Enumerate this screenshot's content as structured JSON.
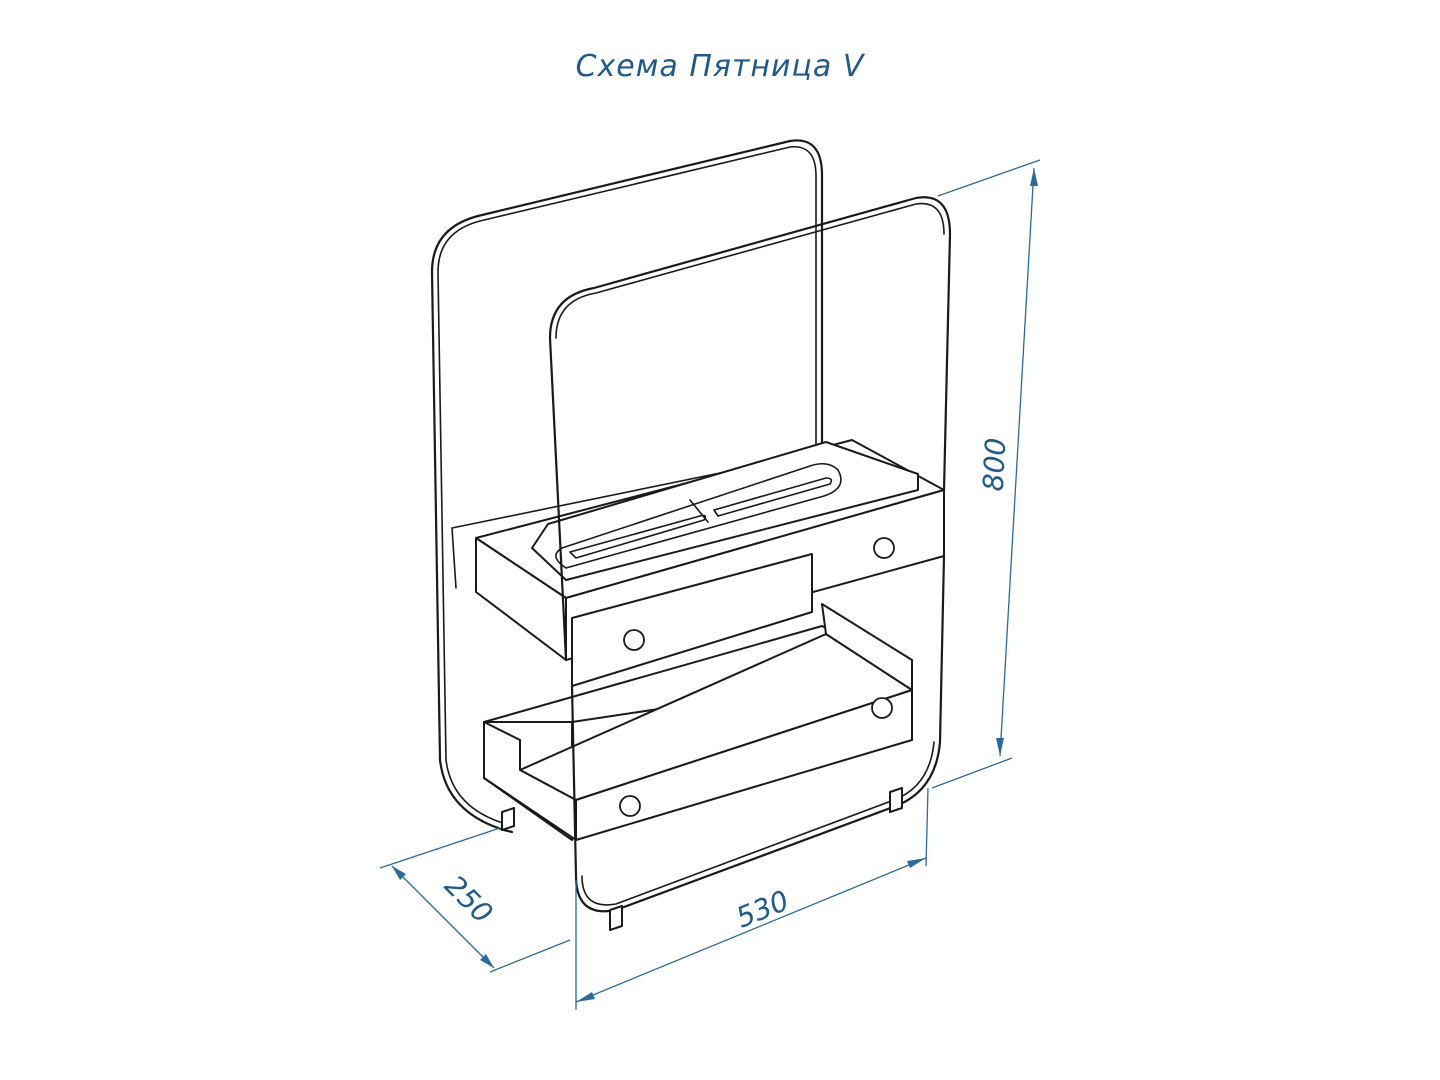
{
  "title": "Схема Пятница V",
  "dimensions": {
    "height": "800",
    "width": "530",
    "depth": "250"
  },
  "colors": {
    "dimension_color": "#2b6a9a",
    "title_color": "#1f5a8a",
    "line_color": "#1a1a1a"
  }
}
